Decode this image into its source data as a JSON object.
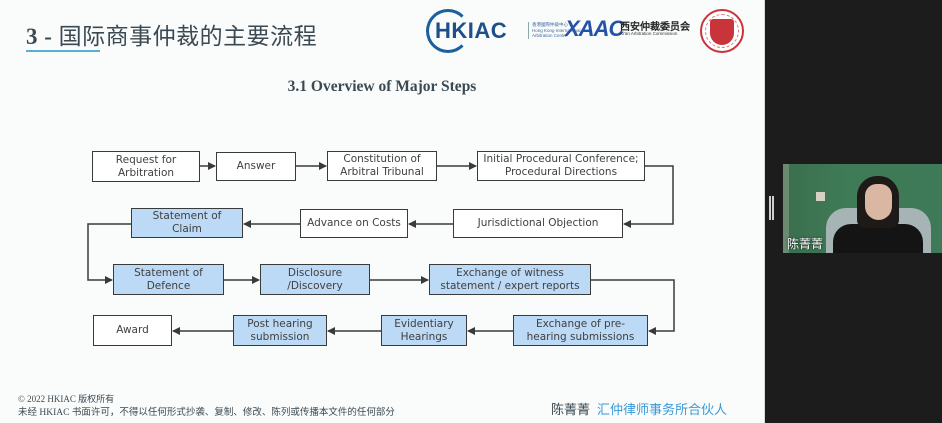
{
  "slide": {
    "title_number": "3 - ",
    "title_text": "国际商事仲裁的主要流程",
    "subtitle": "3.1 Overview of Major Steps",
    "logos": {
      "hkiac": {
        "name": "HKIAC",
        "sub_line1": "香港國際仲裁中心",
        "sub_line2": "Hong Kong International",
        "sub_line3": "Arbitration Centre"
      },
      "xaac": {
        "name": "XAAC",
        "cn": "西安仲裁委员会",
        "en": "Xi'an Arbitration Commission"
      },
      "seal": {
        "name": "university-seal"
      }
    },
    "flow_steps": [
      {
        "id": "request",
        "label": "Request for\nArbitration",
        "highlight": false
      },
      {
        "id": "answer",
        "label": "Answer",
        "highlight": false
      },
      {
        "id": "constitution",
        "label": "Constitution of\nArbitral Tribunal",
        "highlight": false
      },
      {
        "id": "initial-conference",
        "label": "Initial Procedural Conference;\nProcedural Directions",
        "highlight": false
      },
      {
        "id": "jurisdictional",
        "label": "Jurisdictional Objection",
        "highlight": false
      },
      {
        "id": "advance-costs",
        "label": "Advance on Costs",
        "highlight": false
      },
      {
        "id": "claim",
        "label": "Statement of\nClaim",
        "highlight": true
      },
      {
        "id": "defence",
        "label": "Statement of\nDefence",
        "highlight": true
      },
      {
        "id": "disclosure",
        "label": "Disclosure\n/Discovery",
        "highlight": true
      },
      {
        "id": "witness",
        "label": "Exchange of witness\nstatement / expert reports",
        "highlight": true
      },
      {
        "id": "pre-hearing",
        "label": "Exchange of pre-\nhearing submissions",
        "highlight": true
      },
      {
        "id": "evidentiary",
        "label": "Evidentiary\nHearings",
        "highlight": true
      },
      {
        "id": "post-hearing",
        "label": "Post hearing\nsubmission",
        "highlight": true
      },
      {
        "id": "award",
        "label": "Award",
        "highlight": false
      }
    ],
    "footer": {
      "copyright": "© 2022 HKIAC 版权所有",
      "notice": "未经 HKIAC 书面许可，不得以任何形式抄袭、复制、修改、陈列或传播本文件的任何部分",
      "presenter_name": "陈菁菁",
      "presenter_role": "汇仲律师事务所合伙人"
    },
    "colors": {
      "accent": "#5aaed6",
      "highlight_box": "#bcd9f5",
      "title": "#3b4a52",
      "role_text": "#3a9ad9"
    }
  },
  "video_panel": {
    "participant_name": "陈菁菁"
  }
}
